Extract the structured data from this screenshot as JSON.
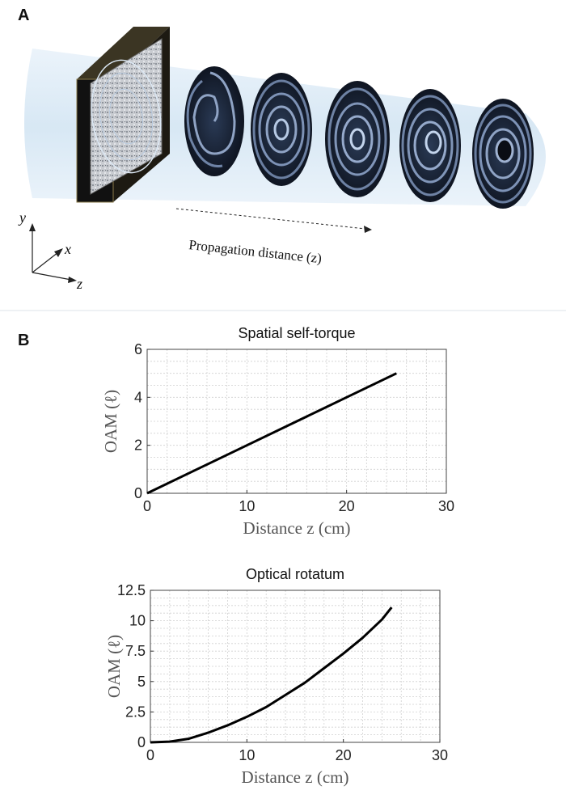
{
  "panel_a": {
    "letter": "A",
    "propagation_label": "Propagation distance (z)",
    "axis_labels": {
      "x": "x",
      "y": "y",
      "z": "z"
    }
  },
  "panel_b": {
    "letter": "B"
  },
  "chart_data": [
    {
      "type": "line",
      "title": "Spatial self-torque",
      "xlabel": "Distance z (cm)",
      "ylabel": "OAM (ℓ)",
      "xlim": [
        0,
        30
      ],
      "ylim": [
        0,
        6
      ],
      "xticks": [
        0,
        10,
        20,
        30
      ],
      "yticks": [
        0,
        2,
        4,
        6
      ],
      "grid": true,
      "line_color": "#000000",
      "series": [
        {
          "x": [
            0,
            5,
            10,
            15,
            20,
            25
          ],
          "values": [
            0,
            1,
            2,
            3,
            4,
            5
          ]
        }
      ]
    },
    {
      "type": "line",
      "title": "Optical rotatum",
      "xlabel": "Distance z (cm)",
      "ylabel": "OAM (ℓ)",
      "xlim": [
        0,
        30
      ],
      "ylim": [
        0,
        12.5
      ],
      "xticks": [
        0,
        10,
        20,
        30
      ],
      "yticks": [
        0,
        2.5,
        5,
        7.5,
        10,
        12.5
      ],
      "grid": true,
      "line_color": "#000000",
      "series": [
        {
          "x": [
            0,
            2,
            4,
            6,
            8,
            10,
            12,
            14,
            16,
            18,
            20,
            22,
            24,
            25
          ],
          "values": [
            0,
            0.06,
            0.3,
            0.8,
            1.4,
            2.1,
            2.9,
            3.9,
            4.9,
            6.1,
            7.3,
            8.6,
            10.1,
            11.1
          ]
        }
      ]
    }
  ]
}
